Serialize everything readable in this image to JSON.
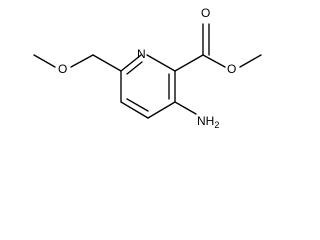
{
  "molecule": {
    "atoms": {
      "ring_n": "N",
      "ester_o_carbonyl": "O",
      "ester_o_single": "O",
      "ether_o": "O",
      "amine": "NH",
      "amine_h_count": "2"
    }
  }
}
